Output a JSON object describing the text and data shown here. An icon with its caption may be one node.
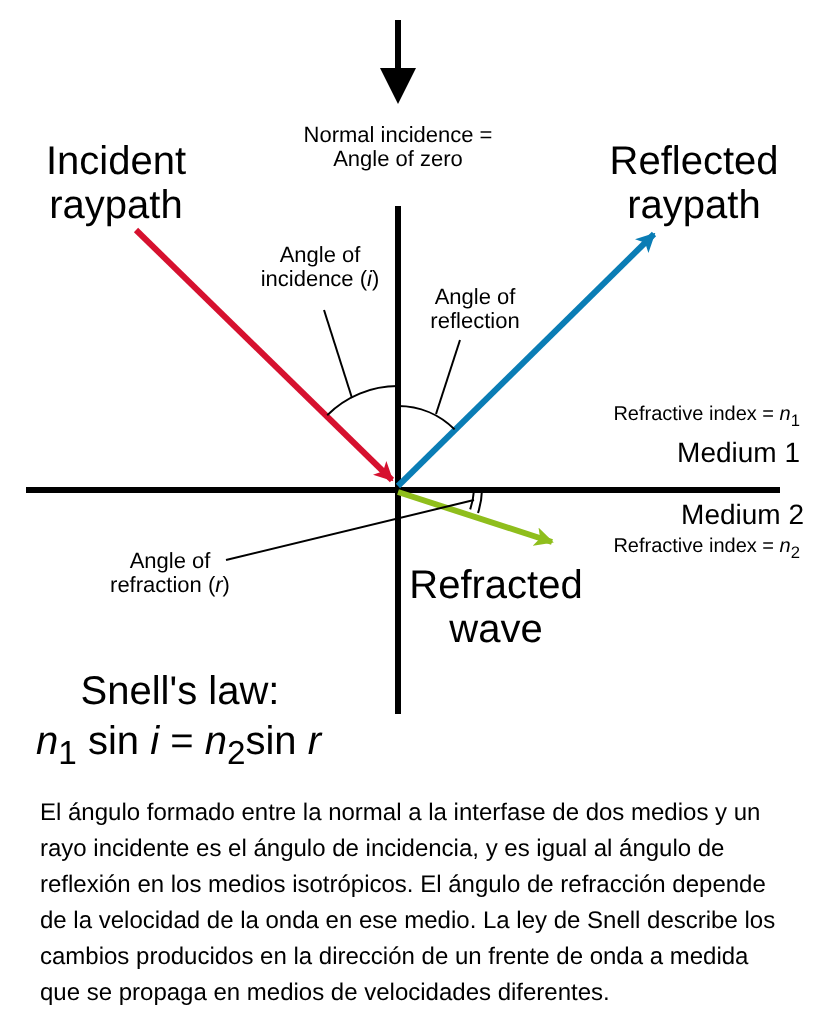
{
  "diagram": {
    "nodes": [
      {
        "text": [
          "Angle of incidence (*i*)"
        ]
      },
      {
        "text": [],
        "shape": "arc"
      },
      {
        "text": [
          "Angle of reflection"
        ]
      },
      {
        "text": [],
        "shape": "arc"
      },
      {
        "text": [
          "Angle of refraction (*r*)"
        ]
      },
      {
        "text": [],
        "shape": "arc"
      }
    ],
    "edges": [
      {
        "from": 0,
        "to": 1,
        "arrow": "none"
      },
      {
        "from": 2,
        "to": 3,
        "arrow": "none"
      },
      {
        "from": 4,
        "to": 5,
        "arrow": "none"
      }
    ],
    "labels": [
      "Normal incidence = Angle of zero",
      "Incident raypath",
      "Reflected raypath",
      "Refractive index = *n*$_{1}$",
      "Medium 1",
      "Medium 2",
      "Refractive index = *n*$_{2}$",
      "Refracted wave",
      "Snell's law:",
      "*n*$_{1}$ sin *i* = *n*$_{2}$sin *r*"
    ],
    "caption": "El ángulo formado entre la normal a la interfase de dos medios y un rayo incidente es el ángulo de incidencia, y es igual al ángulo de reflexión en los medios isotrópicos. El ángulo de refracción depende de la velocidad de la onda en ese medio. La ley de Snell describe los cambios producidos en la dirección de un frente de onda a medida que se propaga en medios de velocidades diferentes."
  }
}
